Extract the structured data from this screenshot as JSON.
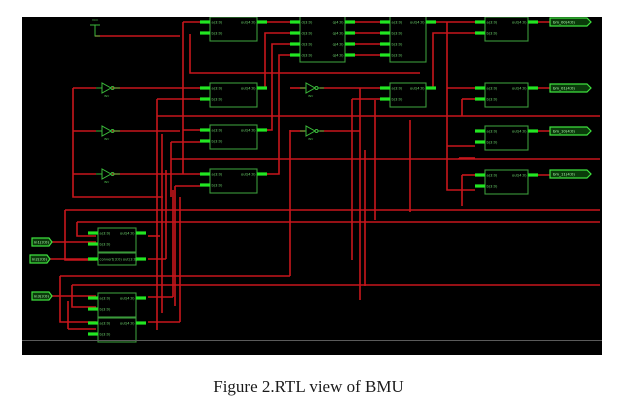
{
  "figure": {
    "caption": "Figure 2.RTL view of BMU",
    "panel_background": "#000000",
    "wire_color": "#c8161c",
    "pin_color": "#22e622",
    "block_color": "#3a9a3a"
  },
  "schematic": {
    "vcc_label": "VCC",
    "inverter_label": "INV",
    "input_ports": [
      {
        "id": "in0",
        "label": "in1(3:0)"
      },
      {
        "id": "in1",
        "label": "in2(3:0)"
      },
      {
        "id": "in2",
        "label": "in3(3:0)"
      }
    ],
    "output_ports": [
      {
        "id": "out0",
        "label": "bm_00(4:0)"
      },
      {
        "id": "out1",
        "label": "bm_01(4:0)"
      },
      {
        "id": "out2",
        "label": "bm_10(4:0)"
      },
      {
        "id": "out3",
        "label": "bm_11(4:0)"
      }
    ],
    "pin_labels": {
      "a": "a(3:0)",
      "b": "b(3:0)",
      "out": "out(4:0)",
      "d0": "d(3:0)",
      "d1": "d(3:0)",
      "q": "q(4:0)",
      "conv": "convert(3:0)  out(3:0)"
    }
  }
}
